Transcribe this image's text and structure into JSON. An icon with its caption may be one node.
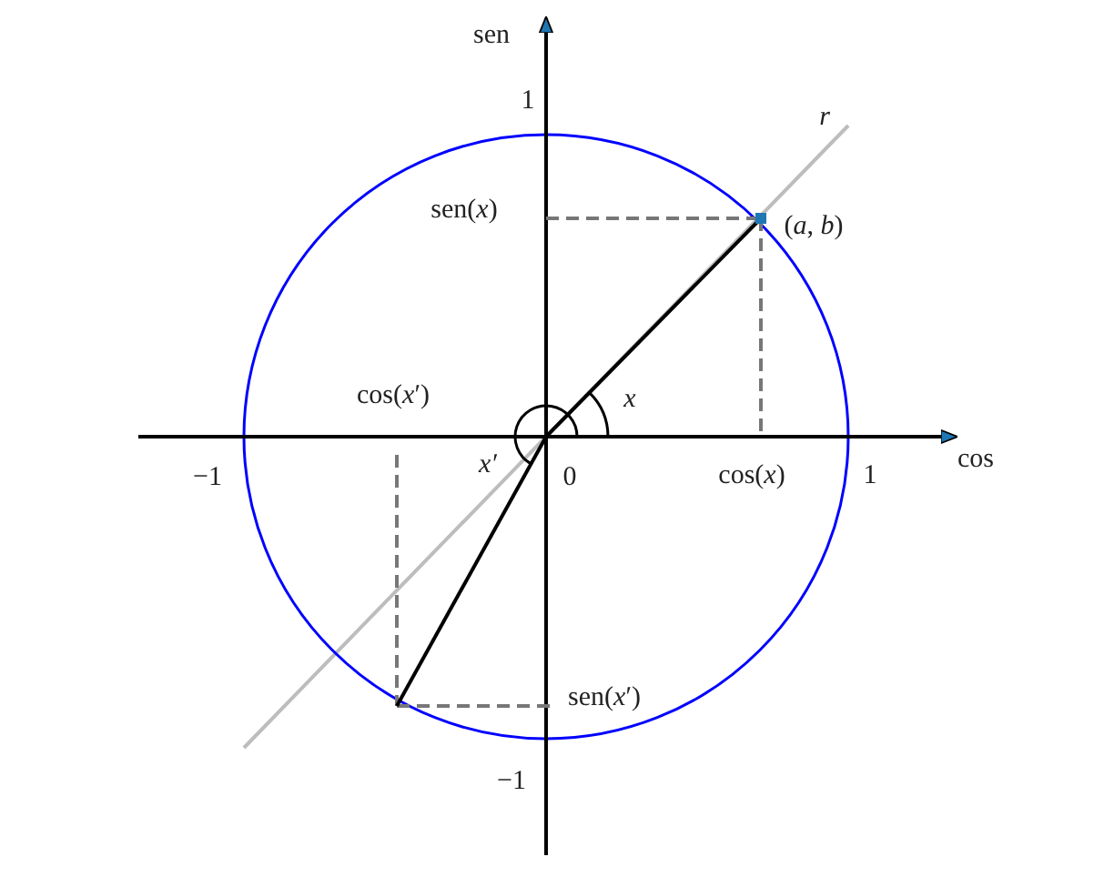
{
  "diagram": {
    "labels": [
      "sen",
      "1",
      "r",
      "sen(*x*)",
      "(*a*, *b*)",
      "x",
      "cos(*x*′)",
      "cos",
      "−1",
      "x′",
      "0",
      "cos(*x*)",
      "1",
      "sen(*x*′)",
      "−1"
    ]
  }
}
